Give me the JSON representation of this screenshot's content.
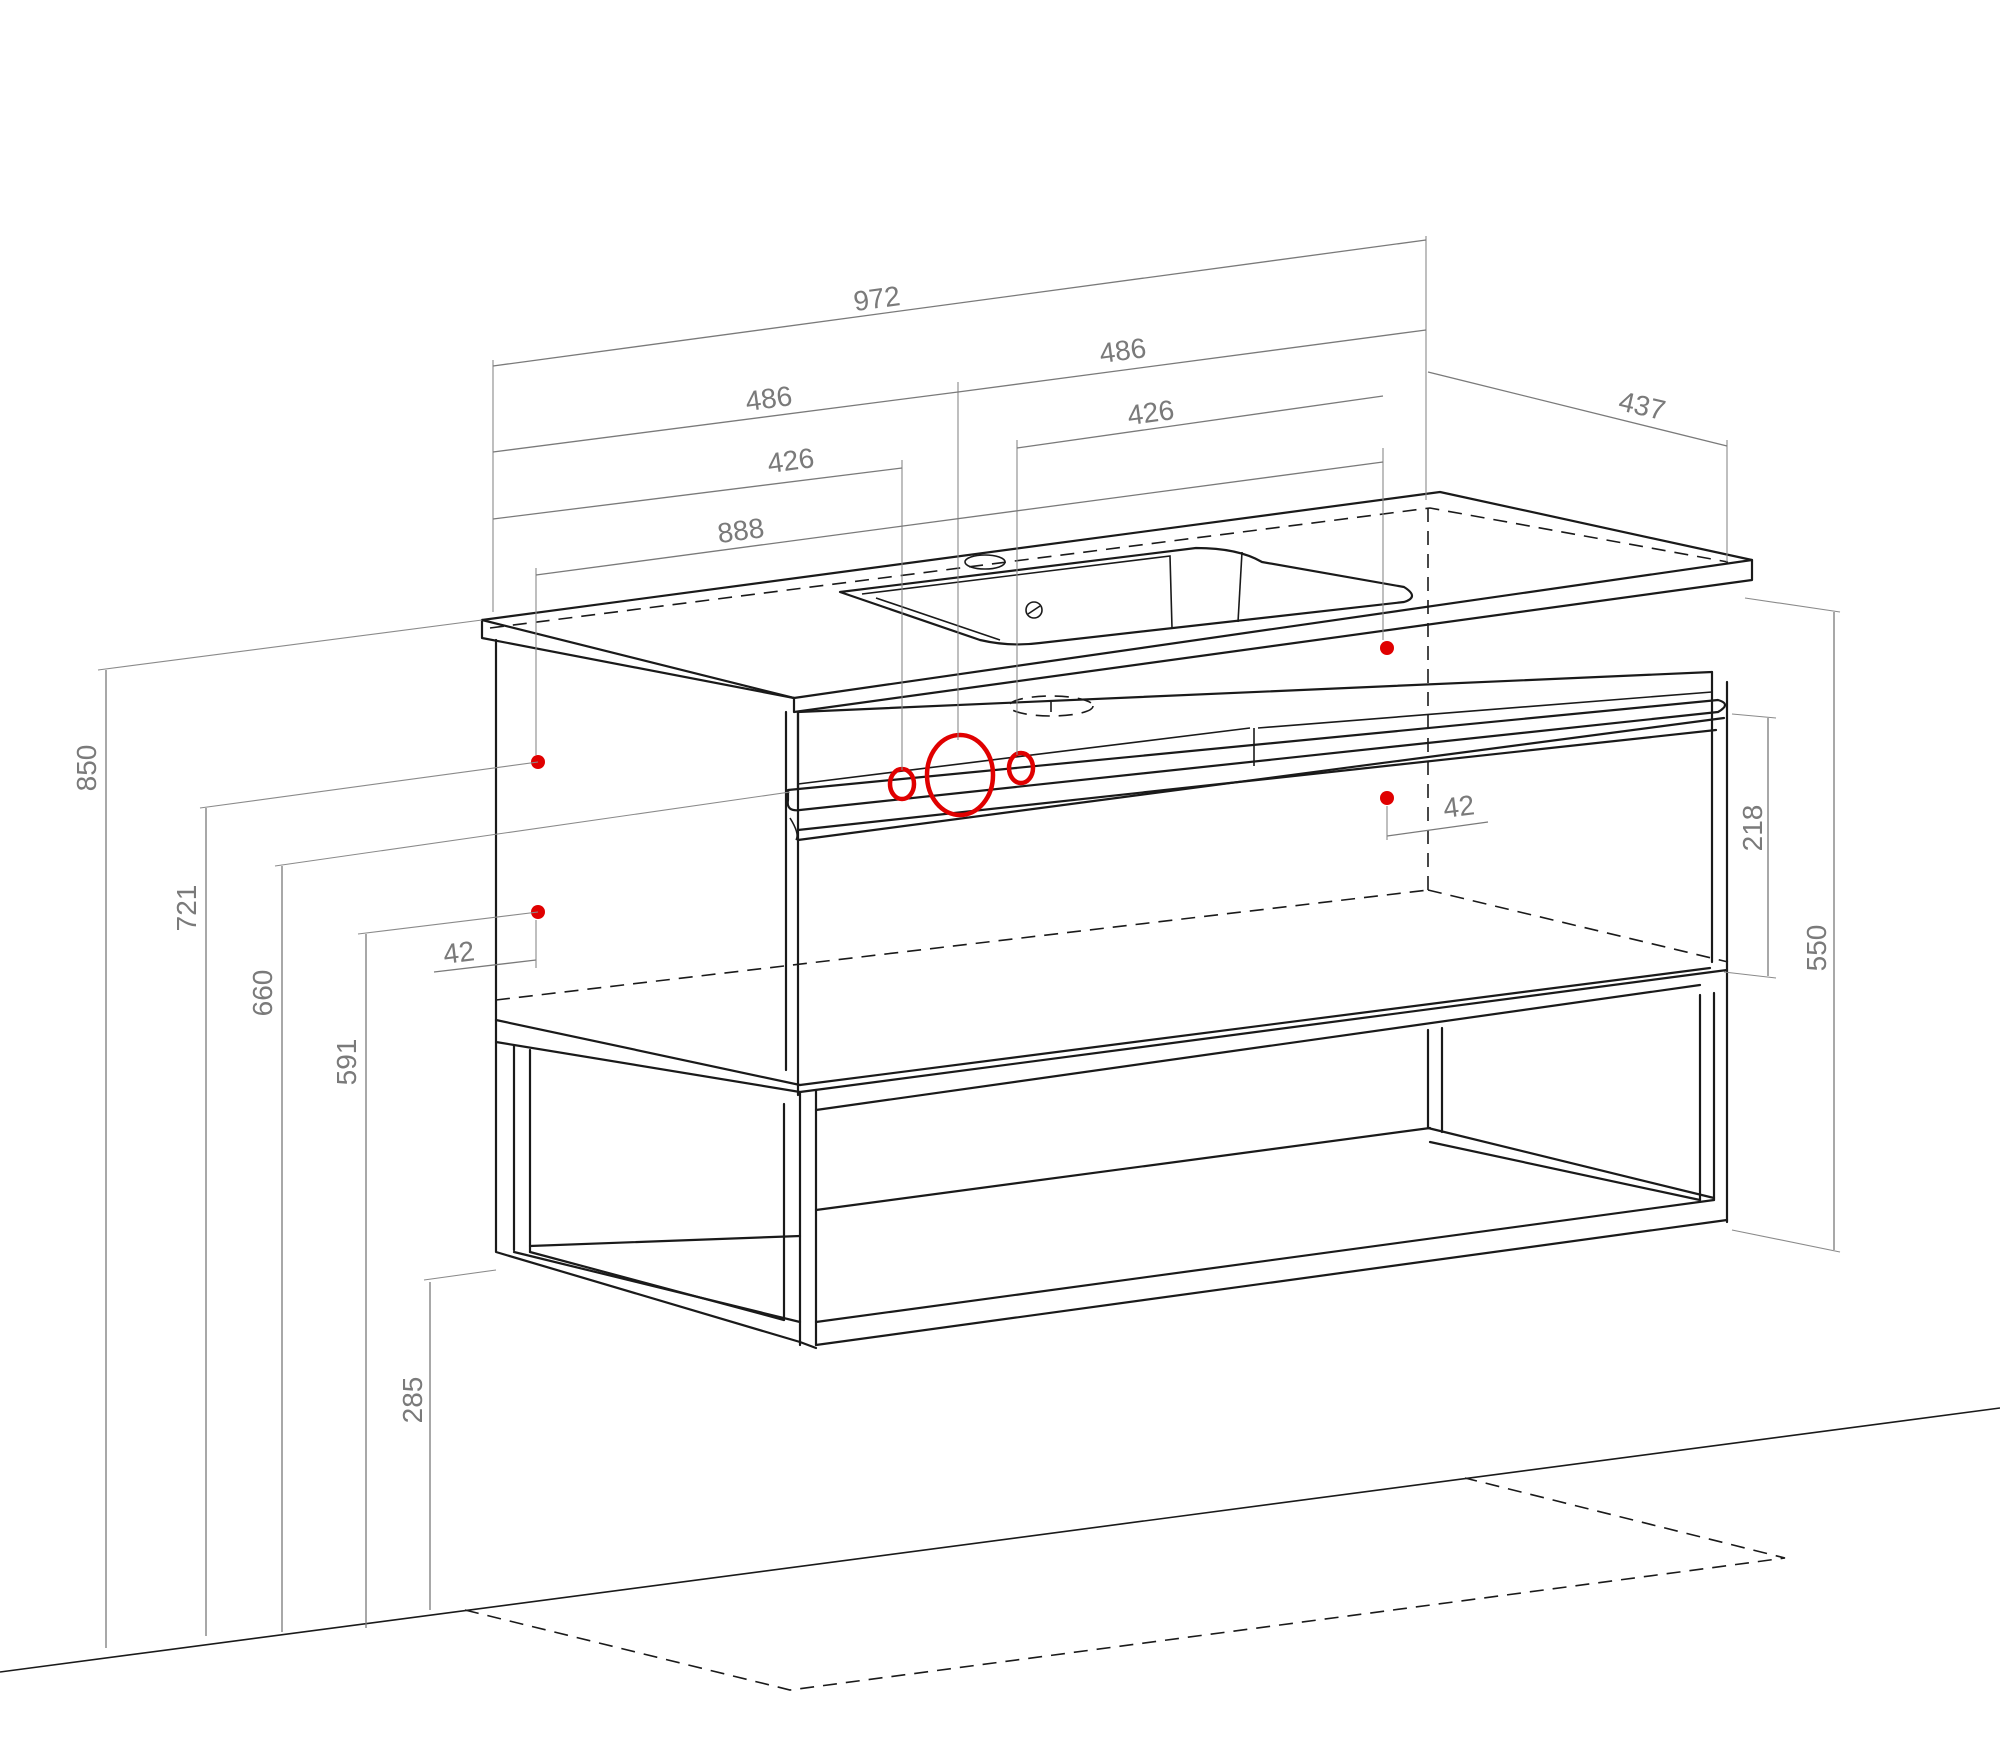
{
  "dimensions": {
    "overall_width": "972",
    "half_width_left": "486",
    "half_width_right": "486",
    "mount_left": "426",
    "mount_right": "426",
    "inner_width": "888",
    "depth": "437",
    "total_height": "850",
    "height_721": "721",
    "height_660": "660",
    "height_591": "591",
    "height_285": "285",
    "side_height": "550",
    "drawer_height": "218",
    "offset_left": "42",
    "offset_right": "42"
  },
  "colors": {
    "line": "#1a1a1a",
    "dimension": "#7a7a7a",
    "marker": "#e00000"
  }
}
